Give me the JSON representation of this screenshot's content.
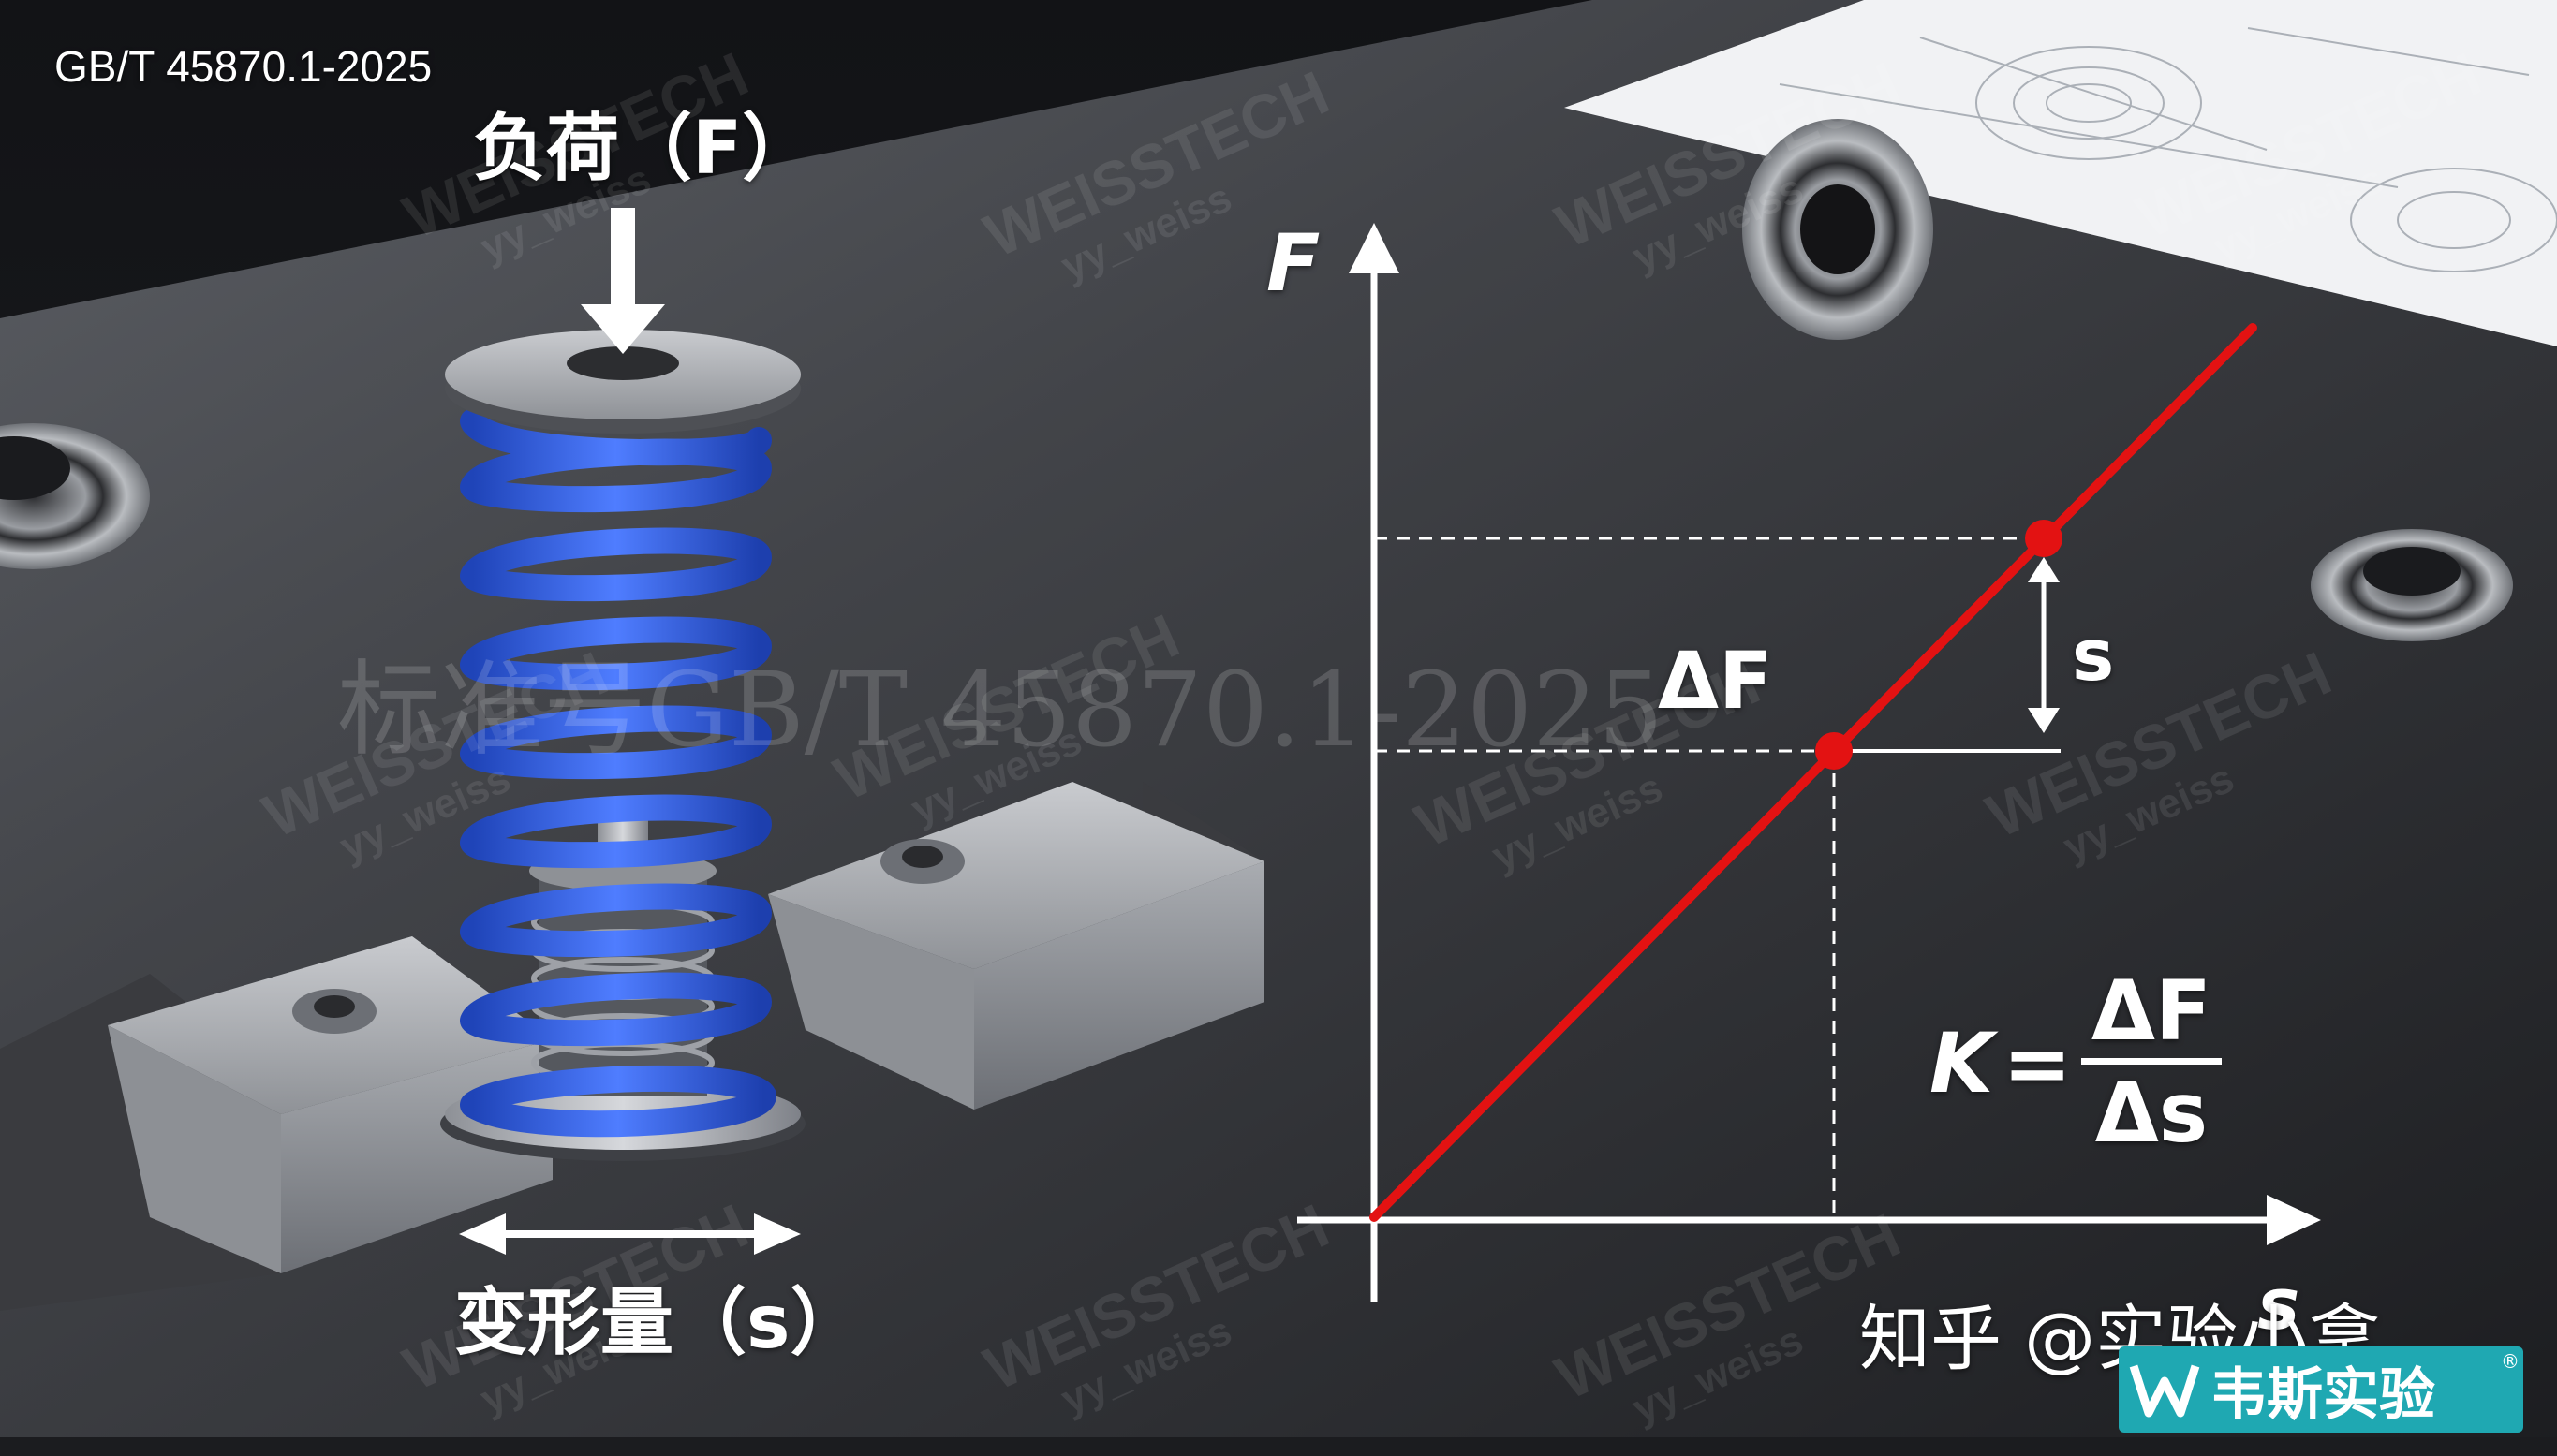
{
  "image": {
    "standard_code": "GB/T 45870.1-2025",
    "load_label": "负荷（F）",
    "deformation_label": "变形量（s）",
    "overlay_text": "标准号GB/T 45870.1-2025",
    "graph": {
      "axis_f_label": "F",
      "axis_s_label": "s",
      "delta_f_label": "ΔF",
      "delta_s_label": "s",
      "formula": {
        "lhs": "K",
        "equals": "=",
        "numerator": "ΔF",
        "denominator": "Δs"
      }
    },
    "caption": "知乎 @实验小拿",
    "logo_text": "韦斯实验",
    "logo_reg": "®",
    "watermark_main": "WEISSTECH",
    "watermark_sub": "yy_weiss"
  },
  "colors": {
    "spring": "#2f5fe0",
    "line": "#e31212",
    "axes": "#ffffff",
    "logo_bg": "#1fa8b2"
  }
}
